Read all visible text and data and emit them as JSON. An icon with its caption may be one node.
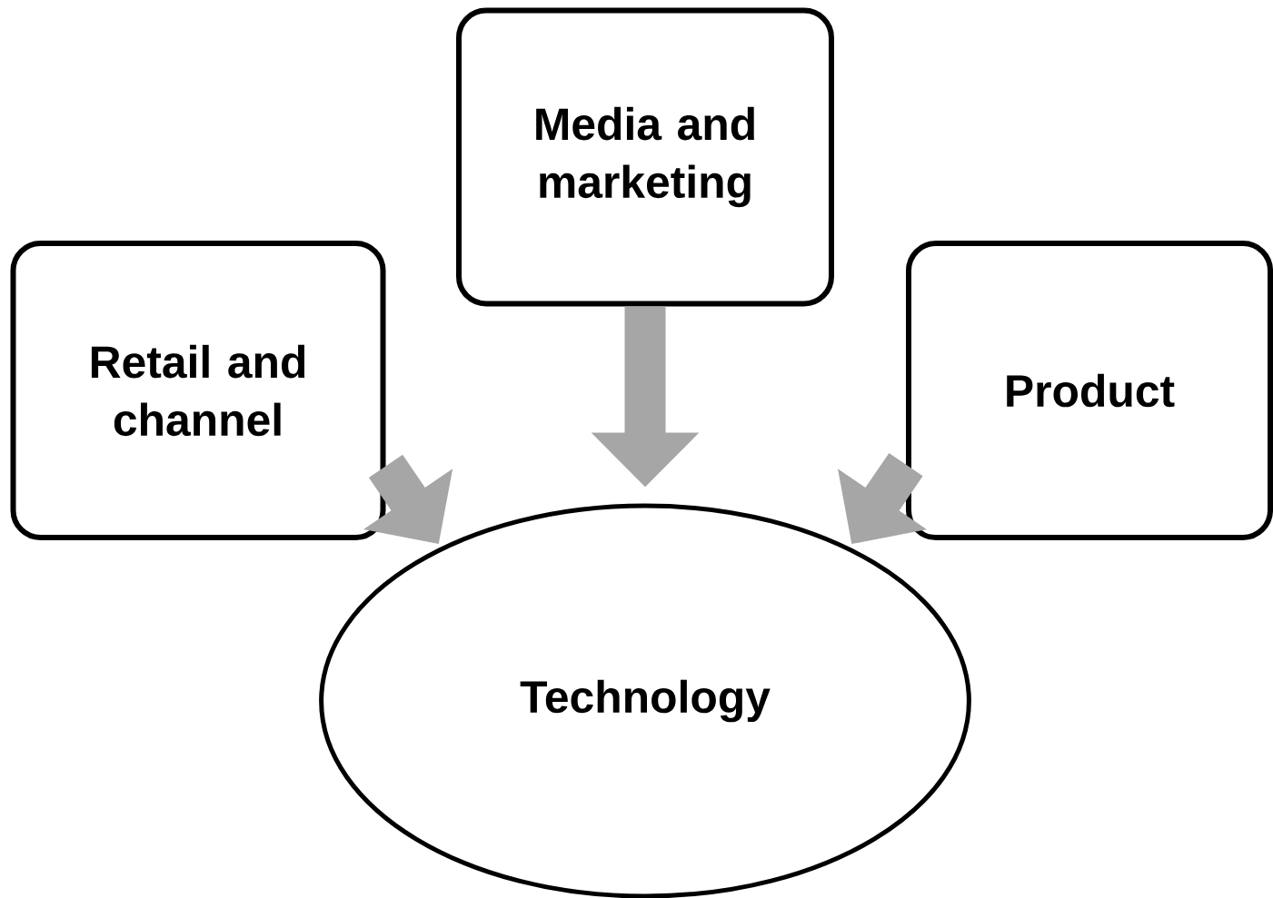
{
  "diagram": {
    "nodes": [
      {
        "text": [
          "Media and marketing"
        ]
      },
      {
        "text": [
          "Retail and channel"
        ]
      },
      {
        "text": [
          "Product"
        ]
      },
      {
        "text": [
          "Technology"
        ]
      }
    ],
    "edges": [
      {
        "from": 0,
        "to": 3,
        "arrow": "to"
      },
      {
        "from": 1,
        "to": 3,
        "arrow": "to"
      },
      {
        "from": 2,
        "to": 3,
        "arrow": "to"
      }
    ]
  }
}
